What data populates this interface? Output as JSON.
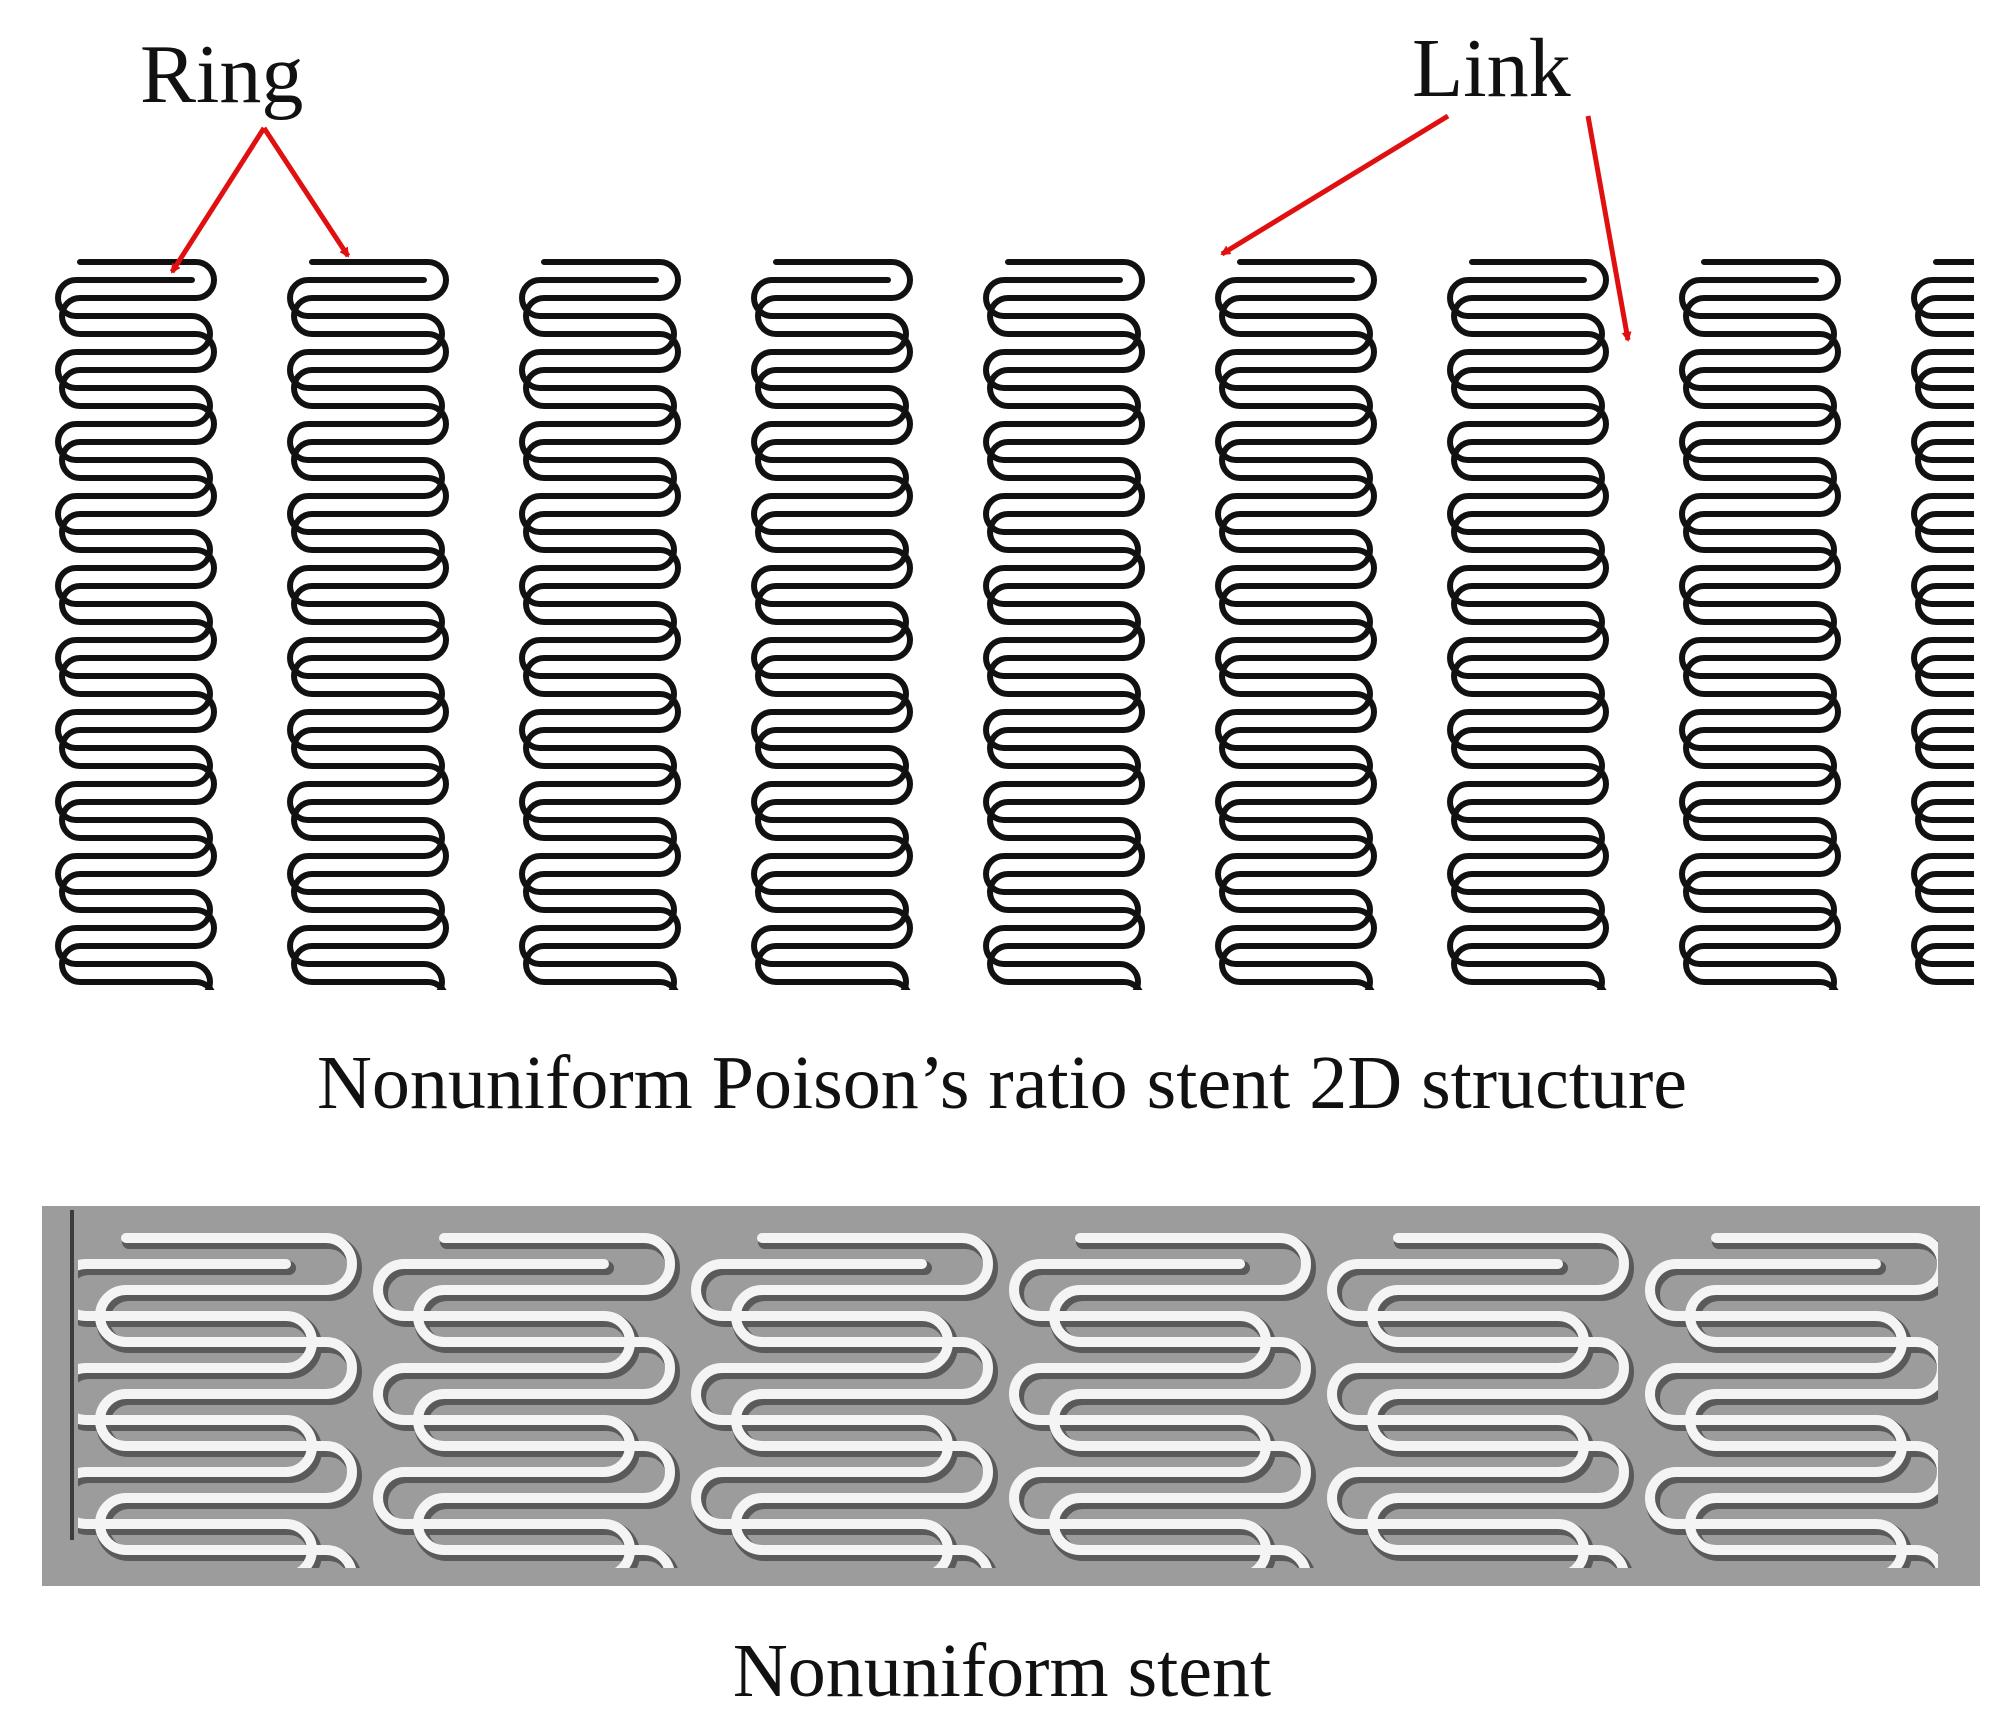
{
  "labels": {
    "ring": "Ring",
    "link": "Link"
  },
  "captions": {
    "structure_2d": "Nonuniform Poison’s ratio stent 2D structure",
    "stent": "Nonuniform stent"
  },
  "colors": {
    "arrow": "#e01010",
    "strut": "#111111",
    "render_background": "#9a9a9a",
    "render_strut_highlight": "#f4f4f4",
    "render_strut_shadow": "#5a5a5a"
  }
}
